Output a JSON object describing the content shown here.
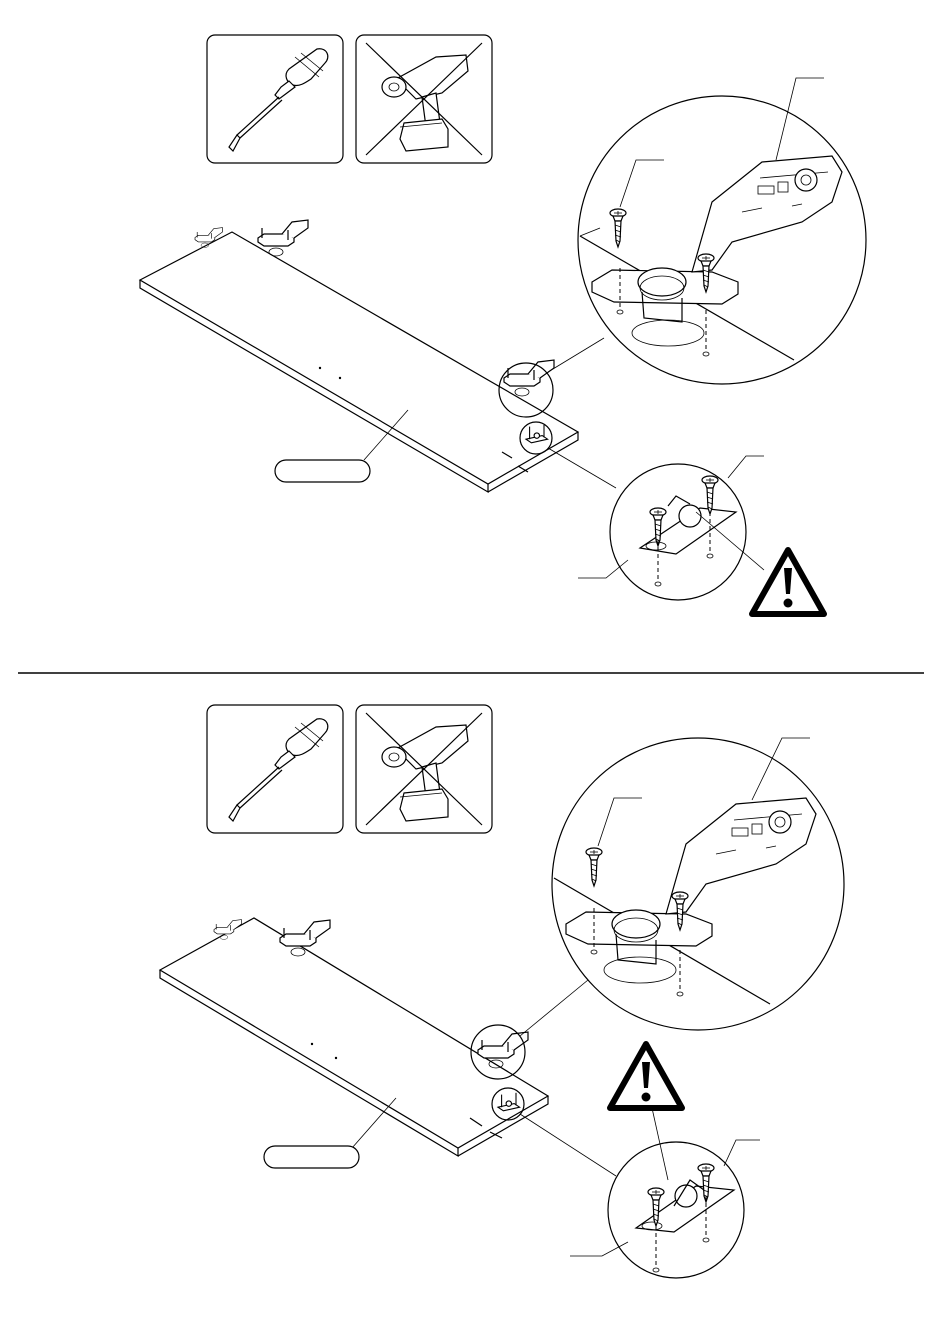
{
  "document": {
    "type": "assembly-instruction-sheet",
    "steps": [
      {
        "tools": [
          {
            "name": "screwdriver-icon",
            "allowed": true
          },
          {
            "name": "power-drill-icon",
            "allowed": false
          }
        ],
        "part_label": "",
        "callouts": [
          "hinge-detail",
          "stopper-detail"
        ],
        "warning_icon": "warning-triangle-icon"
      },
      {
        "tools": [
          {
            "name": "screwdriver-icon",
            "allowed": true
          },
          {
            "name": "power-drill-icon",
            "allowed": false
          }
        ],
        "part_label": "",
        "callouts": [
          "hinge-detail",
          "stopper-detail"
        ],
        "warning_icon": "warning-triangle-icon"
      }
    ],
    "colors": {
      "ink": "#000000",
      "paper": "#ffffff"
    }
  }
}
